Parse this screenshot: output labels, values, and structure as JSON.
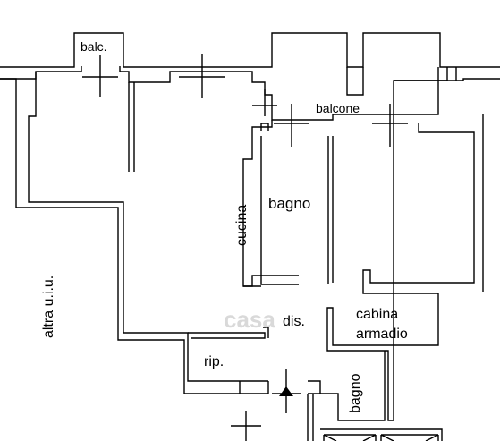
{
  "rooms": {
    "balc": "balc.",
    "balcone": "balcone",
    "cucina": "cucina",
    "bagno_main": "bagno",
    "dis": "dis.",
    "cabina": "cabina",
    "armadio": "armadio",
    "rip": "rip.",
    "bagno_small": "bagno",
    "altra": "altra u.i.u."
  },
  "watermark": "casa",
  "colors": {
    "line": "#000000",
    "background": "#ffffff",
    "watermark": "#d9d9d9"
  }
}
